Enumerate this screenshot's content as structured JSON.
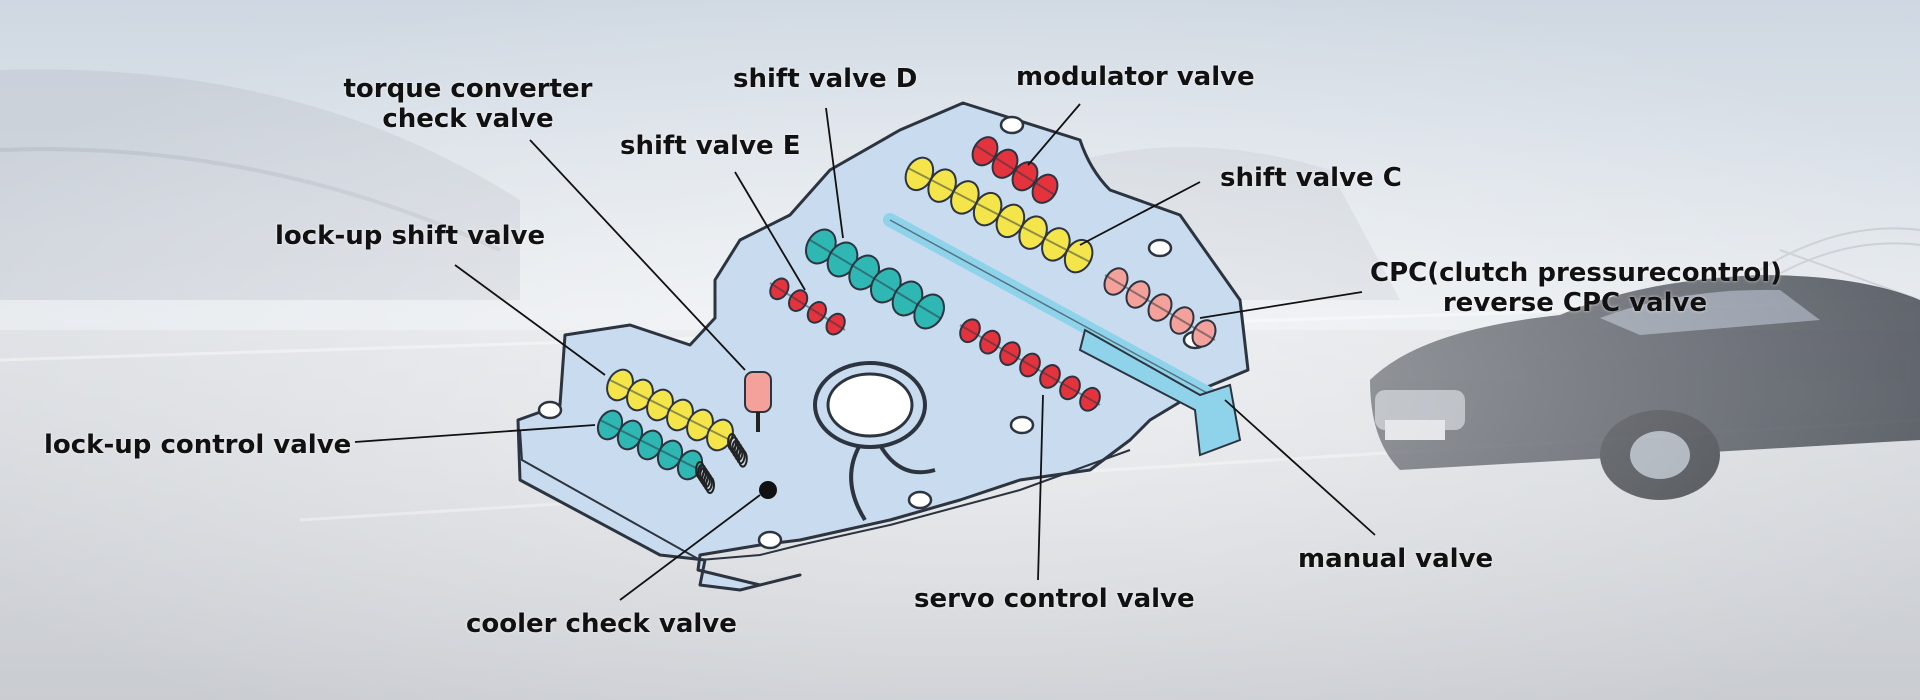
{
  "diagram": {
    "colors": {
      "plate": "#c9dbee",
      "plate_outline": "#2c3440",
      "valve_yellow": "#f4e64a",
      "valve_teal": "#2fb7b3",
      "valve_red": "#e5333e",
      "valve_pink": "#f3a19a",
      "valve_blue": "#8fd3ea",
      "leader": "#111111"
    },
    "labels": {
      "torque_converter_check_valve": [
        "torque converter",
        "check valve"
      ],
      "shift_valve_d": "shift valve D",
      "modulator_valve": "modulator valve",
      "shift_valve_e": "shift valve E",
      "shift_valve_c": "shift valve C",
      "lock_up_shift_valve": "lock-up shift valve",
      "cpc_valve": [
        "CPC(clutch pressurecontrol)",
        "reverse CPC valve"
      ],
      "lock_up_control_valve": "lock-up control valve",
      "manual_valve": "manual valve",
      "servo_control_valve": "servo control valve",
      "cooler_check_valve": "cooler check valve"
    }
  }
}
